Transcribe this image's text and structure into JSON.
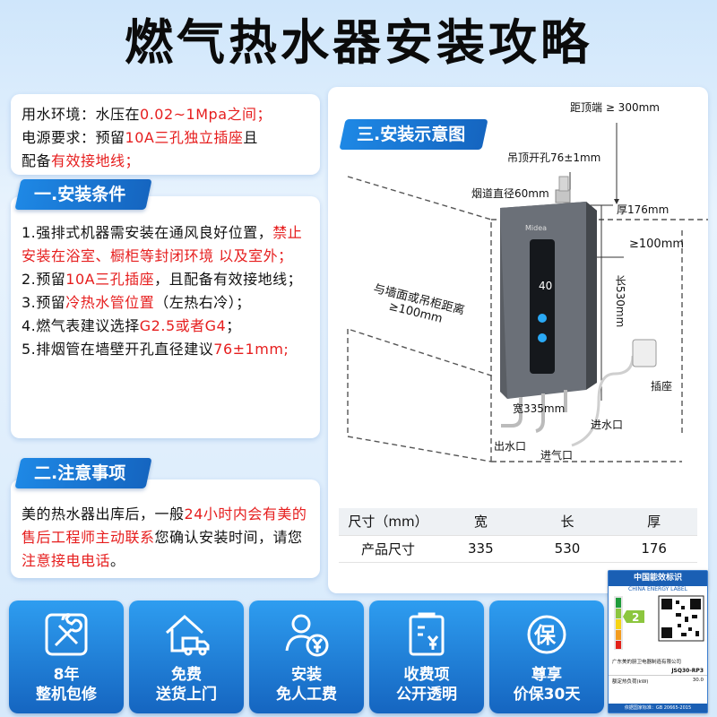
{
  "title": "燃气热水器安装攻略",
  "intro": {
    "line1_pre": "用水环境：水压在",
    "line1_red": "0.02~1Mpa之间；",
    "line2_pre": "电源要求：预留",
    "line2_red": "10A三孔独立插座",
    "line2_post": "且",
    "line3_pre": "配备",
    "line3_red": "有效接地线；"
  },
  "section1": {
    "heading": "一.安装条件",
    "i1_a": "1.强排式机器需安装在通风良好位置，",
    "i1_red": "禁止安装在浴室、橱柜等封闭环境 以及室外；",
    "i2_a": "2.预留",
    "i2_red": "10A三孔插座",
    "i2_b": "，且配备有效接地线；",
    "i3_a": "3.预留",
    "i3_red": "冷热水管位置",
    "i3_b": "（左热右冷）；",
    "i4_a": "4.燃气表建议选择",
    "i4_red": "G2.5或者G4",
    "i4_b": "；",
    "i5_a": "5.排烟管在墙壁开孔直径建议",
    "i5_red": "76±1mm;"
  },
  "section2": {
    "heading": "二.注意事项",
    "p_a": "美的热水器出库后，一般",
    "p_red1": "24小时内会有美的售后工程师主动联系",
    "p_b": "您确认安装时间，请您",
    "p_red2": "注意接电电话",
    "p_c": "。"
  },
  "diagram": {
    "heading": "三.安装示意图",
    "top_dist": "距顶端 ≥ 300mm",
    "ceiling_hole": "吊顶开孔76±1mm",
    "flue": "烟道直径60mm",
    "thickness": "厚176mm",
    "side": "≥100mm",
    "length": "长530mm",
    "wall_line1": "与墙面或吊柜距离",
    "wall_line2": "≥100mm",
    "width": "宽335mm",
    "socket": "插座",
    "water_out": "出水口",
    "gas_in": "进气口",
    "water_in": "进水口",
    "brand": "Midea",
    "display": "40"
  },
  "spec": {
    "headers": [
      "尺寸（mm）",
      "宽",
      "长",
      "厚"
    ],
    "row": [
      "产品尺寸",
      "335",
      "530",
      "176"
    ]
  },
  "energy": {
    "title": "中国能效标识",
    "sub": "CHINA ENERGY LABEL",
    "grade": "2",
    "maker": "广东美的厨卫电器制造有限公司",
    "model": "JSQ30-RP3",
    "r1": "额定热负荷(kW)",
    "v1": "30.0",
    "footer": "依据国家标准：GB 20665-2015"
  },
  "features": [
    {
      "icon": "wrench-icon",
      "t1": "8年",
      "t2": "整机包修"
    },
    {
      "icon": "house-truck-icon",
      "t1": "免费",
      "t2": "送货上门"
    },
    {
      "icon": "person-yen-icon",
      "t1": "安装",
      "t2": "免人工费"
    },
    {
      "icon": "document-yen-icon",
      "t1": "收费项",
      "t2": "公开透明"
    },
    {
      "icon": "bao-shield-icon",
      "t1": "尊享",
      "t2": "价保30天"
    }
  ],
  "colors": {
    "accent": "#1565c0",
    "red": "#e61e1e"
  }
}
